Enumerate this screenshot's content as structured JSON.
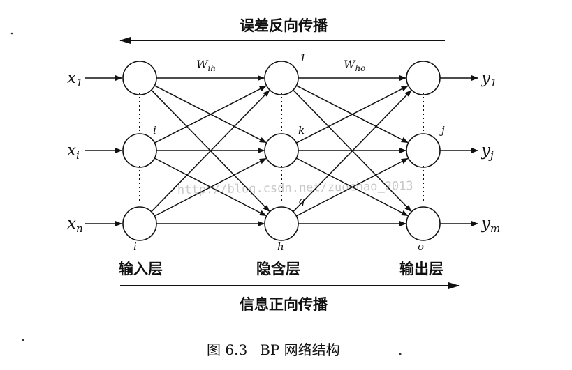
{
  "diagram": {
    "back_label": "误差反向传播",
    "forward_label": "信息正向传播",
    "caption_prefix": "图 6.3",
    "caption_text": "BP 网络结构",
    "watermark": "http://blog.csdn.net/zuochao_2013",
    "layers": [
      {
        "label": "输入层",
        "top_index": "",
        "mid_index": "i",
        "bottom_index": "i"
      },
      {
        "label": "隐含层",
        "top_index": "1",
        "mid_index": "k",
        "bottom_index": "h",
        "sub_index": "q"
      },
      {
        "label": "输出层",
        "top_index": "",
        "mid_index": "j",
        "bottom_index": "o"
      }
    ],
    "weights": [
      {
        "base": "W",
        "sub": "ih"
      },
      {
        "base": "W",
        "sub": "ho"
      }
    ],
    "inputs": [
      {
        "base": "x",
        "sub": "1"
      },
      {
        "base": "x",
        "sub": "i"
      },
      {
        "base": "x",
        "sub": "n"
      }
    ],
    "outputs": [
      {
        "base": "y",
        "sub": "1"
      },
      {
        "base": "y",
        "sub": "j"
      },
      {
        "base": "y",
        "sub": "m"
      }
    ]
  }
}
